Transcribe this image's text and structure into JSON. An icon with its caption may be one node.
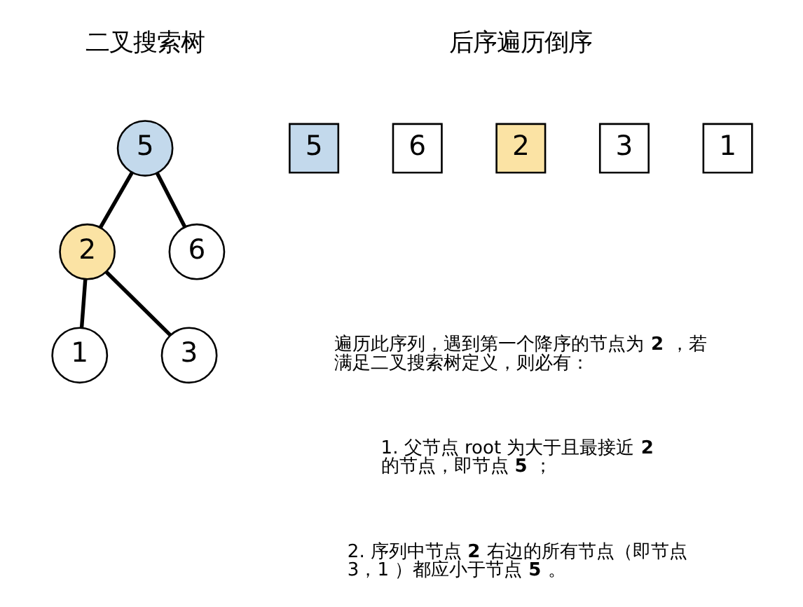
{
  "diagram": {
    "nodes": [
      {
        "text": [
          "5"
        ]
      },
      {
        "text": [
          "2"
        ]
      },
      {
        "text": [
          "6"
        ]
      },
      {
        "text": [
          "1"
        ]
      },
      {
        "text": [
          "3"
        ]
      },
      {
        "text": [
          "5"
        ]
      },
      {
        "text": [
          "6"
        ]
      },
      {
        "text": [
          "2"
        ]
      },
      {
        "text": [
          "3"
        ]
      },
      {
        "text": [
          "1"
        ]
      }
    ],
    "edges": [
      {
        "from": 0,
        "to": 1,
        "arrow": "none"
      },
      {
        "from": 0,
        "to": 2,
        "arrow": "none"
      },
      {
        "from": 1,
        "to": 3,
        "arrow": "none"
      },
      {
        "from": 1,
        "to": 4,
        "arrow": "none"
      }
    ],
    "labels": [
      "二叉搜索树",
      "后序遍历倒序",
      "遍历此序列，遇到第一个降序的节点为 **2** ，若满足二叉搜索树定义，则必有：",
      "1. 父节点 root 为大于且最接近 **2** 的节点，即节点 **5** ；",
      "2. 序列中节点 **2** 右边的所有节点（即节点 3，1 ）都应小于节点 **5** 。"
    ]
  }
}
